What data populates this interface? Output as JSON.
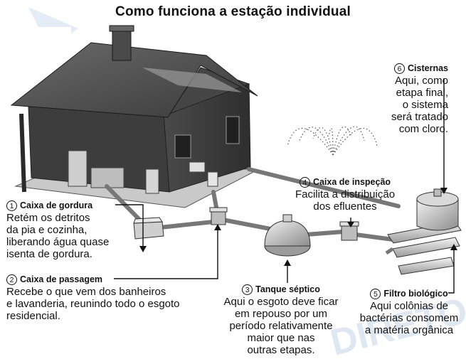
{
  "title": "Como funciona a estação individual",
  "watermark": "DIRETO",
  "steps": [
    {
      "number": "1",
      "heading": "Caixa de gordura",
      "description": "Retém os detritos\nda pia e cozinha,\nliberando água quase\nisenta de gordura."
    },
    {
      "number": "2",
      "heading": "Caixa de passagem",
      "description": "Recebe o que vem dos banheiros\ne lavanderia, reunindo todo o esgoto\nresidencial."
    },
    {
      "number": "3",
      "heading": "Tanque séptico",
      "description": "Aqui o esgoto deve ficar\nem repouso por um\nperíodo relativamente\nmaior que nas\noutras etapas."
    },
    {
      "number": "4",
      "heading": "Caixa de inspeção",
      "description": "Facilita a distribuição\ndos efluentes"
    },
    {
      "number": "5",
      "heading": "Filtro biológico",
      "description": "Aqui colônias de\nbactérias consomem\na matéria orgânica"
    },
    {
      "number": "6",
      "heading": "Cisternas",
      "description": "Aqui, como\netapa final,\no sistema\nserá tratado\ncom cloro."
    }
  ]
}
